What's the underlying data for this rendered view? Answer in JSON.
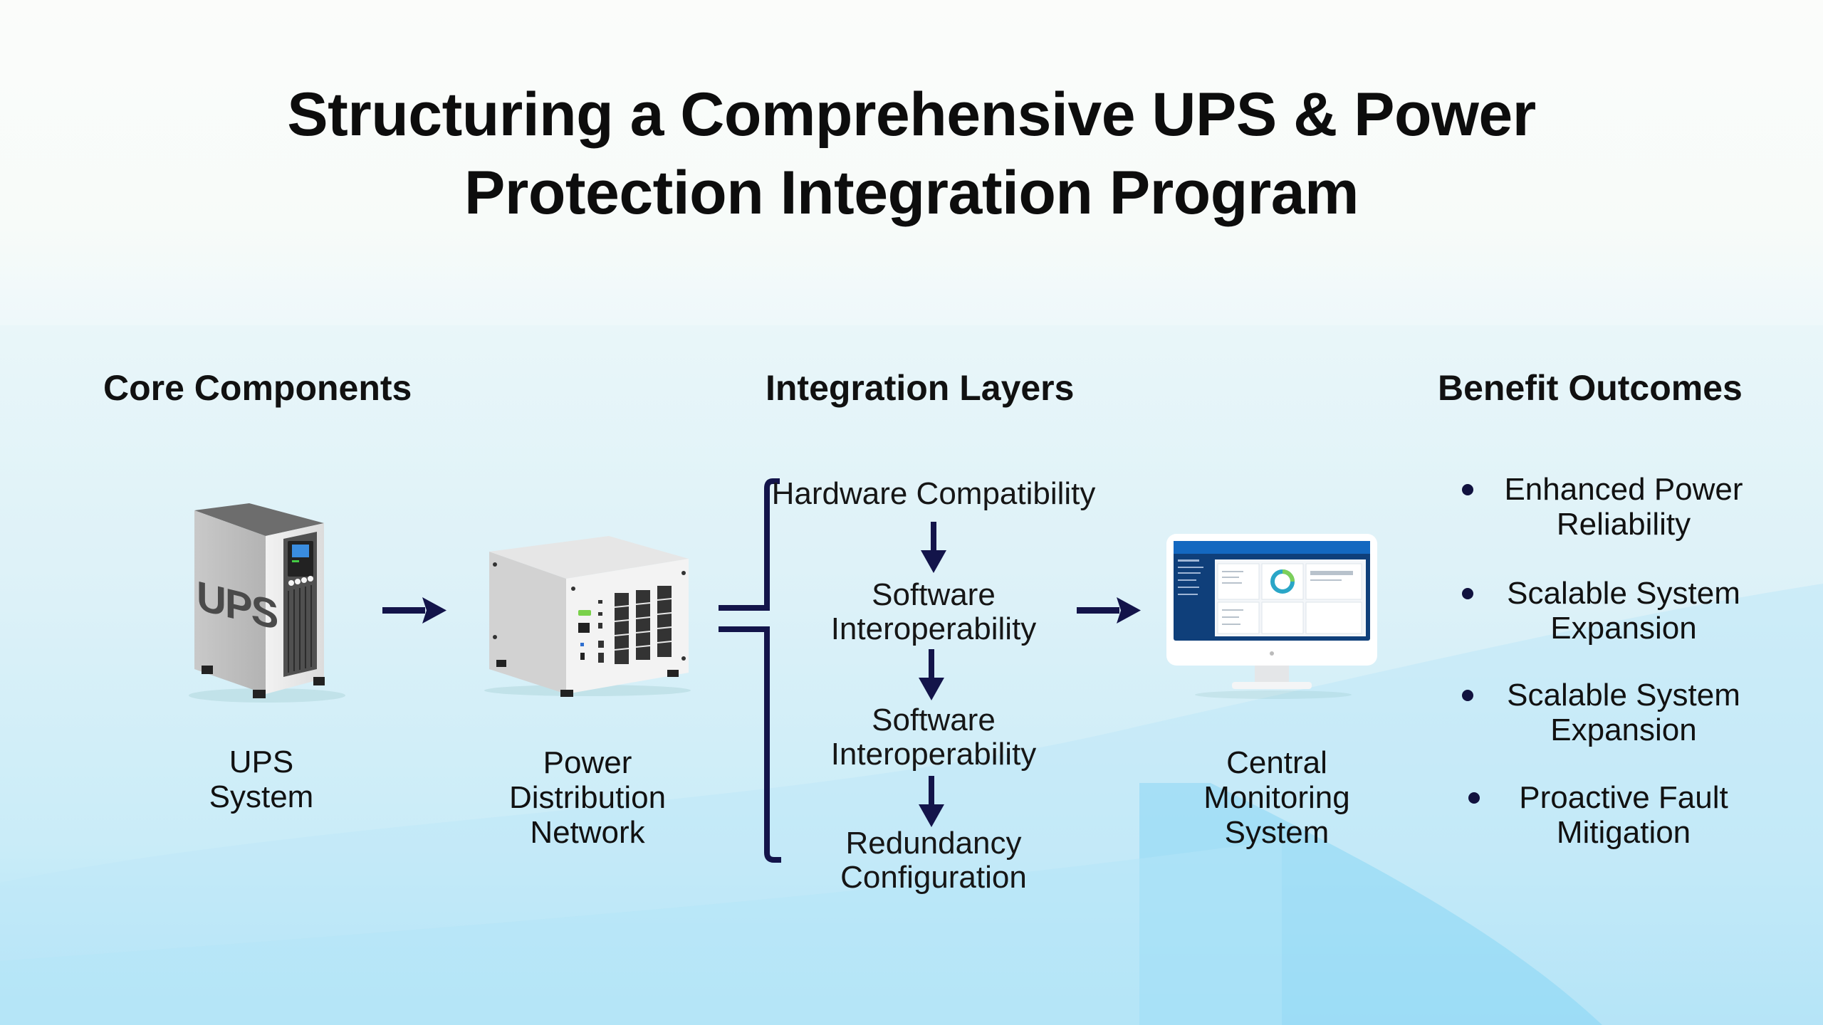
{
  "title": {
    "line1": "Structuring a Comprehensive UPS & Power",
    "line2": "Protection Integration Program"
  },
  "colors": {
    "arrow": "#13144a",
    "text": "#111111",
    "band_top": "#e9f6f9",
    "band_bottom": "#a9e1f7",
    "screen_blue": "#0f4c8a"
  },
  "sections": {
    "core": {
      "heading": "Core Components",
      "items": [
        {
          "icon": "ups-tower-icon",
          "badge": "UPS",
          "label_lines": [
            "UPS",
            "System"
          ]
        },
        {
          "icon": "power-distribution-unit-icon",
          "label_lines": [
            "Power",
            "Distribution",
            "Network"
          ]
        }
      ]
    },
    "layers": {
      "heading": "Integration Layers",
      "items": [
        {
          "lines": [
            "Hardware Compatibility"
          ]
        },
        {
          "lines": [
            "Software",
            "Interoperability"
          ]
        },
        {
          "lines": [
            "Software",
            "Interoperability"
          ]
        },
        {
          "lines": [
            "Redundancy",
            "Configuration"
          ]
        }
      ]
    },
    "monitoring": {
      "icon": "monitor-dashboard-icon",
      "label_lines": [
        "Central",
        "Monitoring",
        "System"
      ]
    },
    "benefits": {
      "heading": "Benefit Outcomes",
      "items": [
        {
          "lines": [
            "Enhanced Power",
            "Reliability"
          ]
        },
        {
          "lines": [
            "Scalable System",
            "Expansion"
          ]
        },
        {
          "lines": [
            "Scalable System",
            "Expansion"
          ]
        },
        {
          "lines": [
            "Proactive Fault",
            "Mitigation"
          ]
        }
      ]
    }
  }
}
